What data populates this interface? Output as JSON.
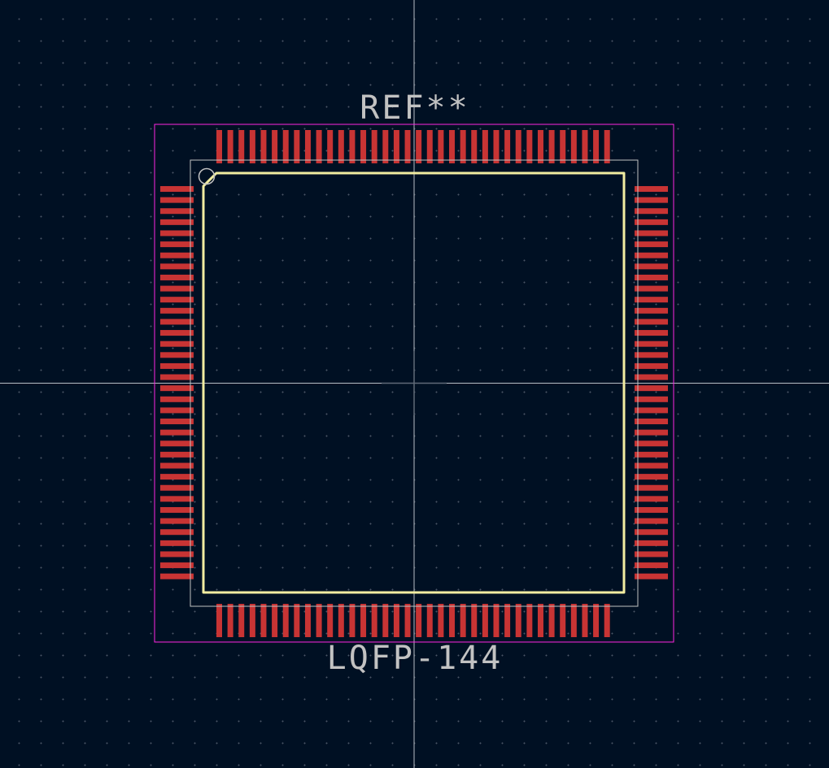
{
  "footprint": {
    "reference": "REF**",
    "value": "LQFP-144"
  },
  "colors": {
    "background": "#001023",
    "pad": "#c83434",
    "silkscreen": "#f2eda1",
    "fab": "#c2c2c2",
    "courtyard": "#ff26e2",
    "crosshair": "#b9bec6"
  },
  "pads": {
    "per_side": 36,
    "total": 144
  }
}
